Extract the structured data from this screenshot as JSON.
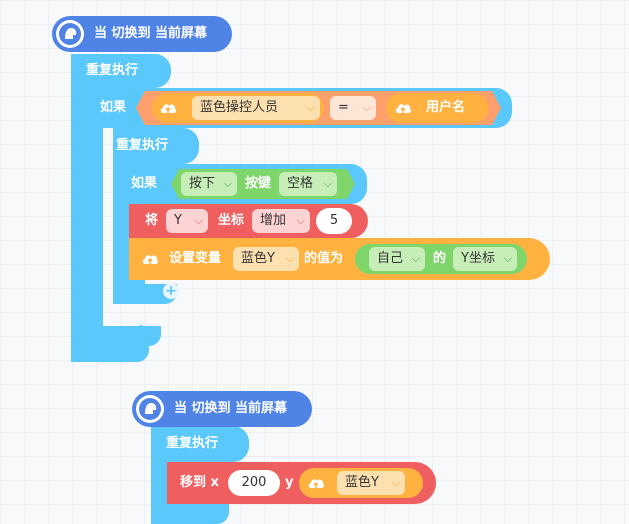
{
  "script1": {
    "hat_label": "当 切换到 当前屏幕",
    "repeat_outer": "重复执行",
    "if1": {
      "label": "如果",
      "left_var": "蓝色操控人员",
      "operator": "=",
      "right_var": "用户名"
    },
    "repeat_inner": "重复执行",
    "if2": {
      "label": "如果",
      "action_select": "按下",
      "key_label": "按键",
      "key_select": "空格"
    },
    "change_block": {
      "prefix": "将",
      "axis_select": "Y",
      "coord_label": "坐标",
      "op_select": "增加",
      "value": "5"
    },
    "set_var_block": {
      "prefix": "设置变量",
      "var_select": "蓝色Y",
      "value_label": "的值为",
      "source_select": "自己",
      "of_label": "的",
      "prop_select": "Y坐标"
    }
  },
  "script2": {
    "hat_label": "当 切换到 当前屏幕",
    "repeat": "重复执行",
    "move_block": {
      "prefix": "移到 x",
      "x_value": "200",
      "y_label": "y",
      "y_var": "蓝色Y"
    }
  },
  "colors": {
    "event": "#4f83e6",
    "control": "#5ac8fa",
    "operator": "#ff9f6b",
    "variable": "#ffb23f",
    "sensing": "#7ed66a",
    "motion": "#ef5f5f"
  },
  "icons": {
    "hat": "avatar-icon",
    "variable": "cloud-icon",
    "dropdown": "chevron-down-icon",
    "add": "plus-icon"
  }
}
